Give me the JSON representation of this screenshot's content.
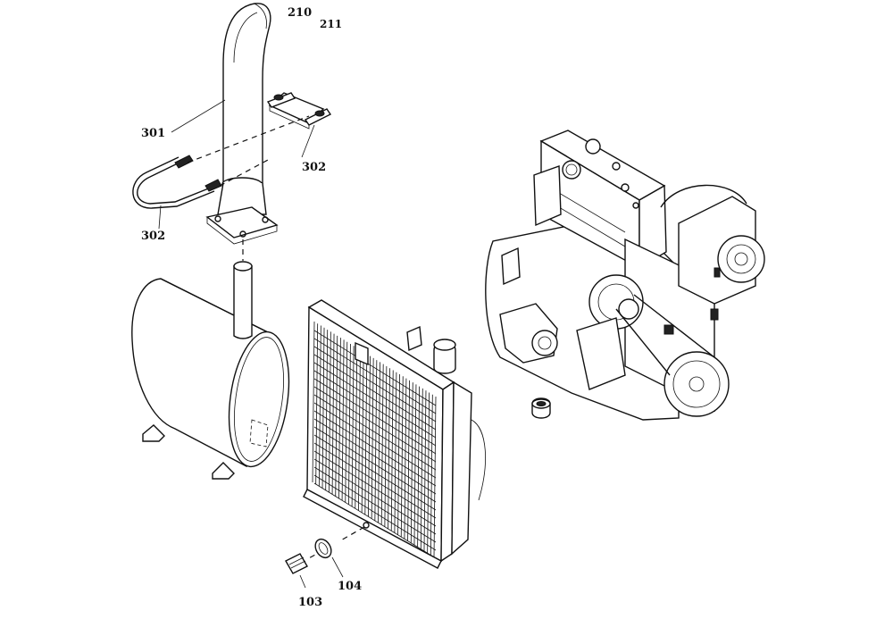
{
  "callouts": {
    "c210": "210",
    "c211": "211",
    "c301": "301",
    "c302a": "302",
    "c302b": "302",
    "c103": "103",
    "c104": "104"
  }
}
